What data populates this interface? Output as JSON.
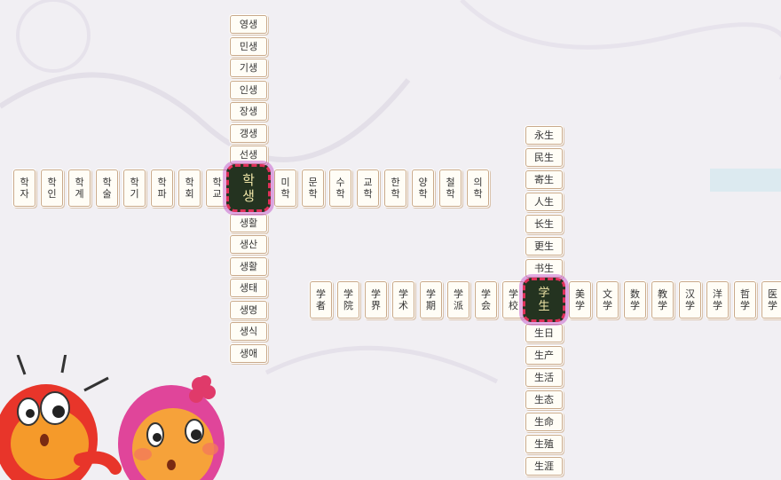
{
  "korean": {
    "center": [
      "학",
      "생"
    ],
    "up": [
      "영생",
      "민생",
      "기생",
      "인생",
      "장생",
      "갱생",
      "선생"
    ],
    "down": [
      "생활",
      "생산",
      "생활",
      "생태",
      "생명",
      "생식",
      "생애"
    ],
    "left": [
      [
        "학",
        "자"
      ],
      [
        "학",
        "인"
      ],
      [
        "학",
        "계"
      ],
      [
        "학",
        "술"
      ],
      [
        "학",
        "기"
      ],
      [
        "학",
        "파"
      ],
      [
        "학",
        "회"
      ],
      [
        "학",
        "교"
      ]
    ],
    "right": [
      [
        "미",
        "학"
      ],
      [
        "문",
        "학"
      ],
      [
        "수",
        "학"
      ],
      [
        "교",
        "학"
      ],
      [
        "한",
        "학"
      ],
      [
        "양",
        "학"
      ],
      [
        "철",
        "학"
      ],
      [
        "의",
        "학"
      ]
    ]
  },
  "chinese": {
    "center": [
      "学",
      "生"
    ],
    "up": [
      "永生",
      "民生",
      "寄生",
      "人生",
      "长生",
      "更生",
      "书生"
    ],
    "down": [
      "生日",
      "生产",
      "生活",
      "生态",
      "生命",
      "生殖",
      "生涯"
    ],
    "left": [
      [
        "学",
        "者"
      ],
      [
        "学",
        "院"
      ],
      [
        "学",
        "界"
      ],
      [
        "学",
        "术"
      ],
      [
        "学",
        "期"
      ],
      [
        "学",
        "派"
      ],
      [
        "学",
        "会"
      ],
      [
        "学",
        "校"
      ]
    ],
    "right": [
      [
        "美",
        "学"
      ],
      [
        "文",
        "学"
      ],
      [
        "数",
        "学"
      ],
      [
        "教",
        "学"
      ],
      [
        "汉",
        "学"
      ],
      [
        "洋",
        "学"
      ],
      [
        "哲",
        "学"
      ],
      [
        "医",
        "学"
      ]
    ]
  },
  "colors": {
    "tile_border": "#c9a98a",
    "hub_fill": "#243320",
    "hub_ring": "#e0305a"
  }
}
